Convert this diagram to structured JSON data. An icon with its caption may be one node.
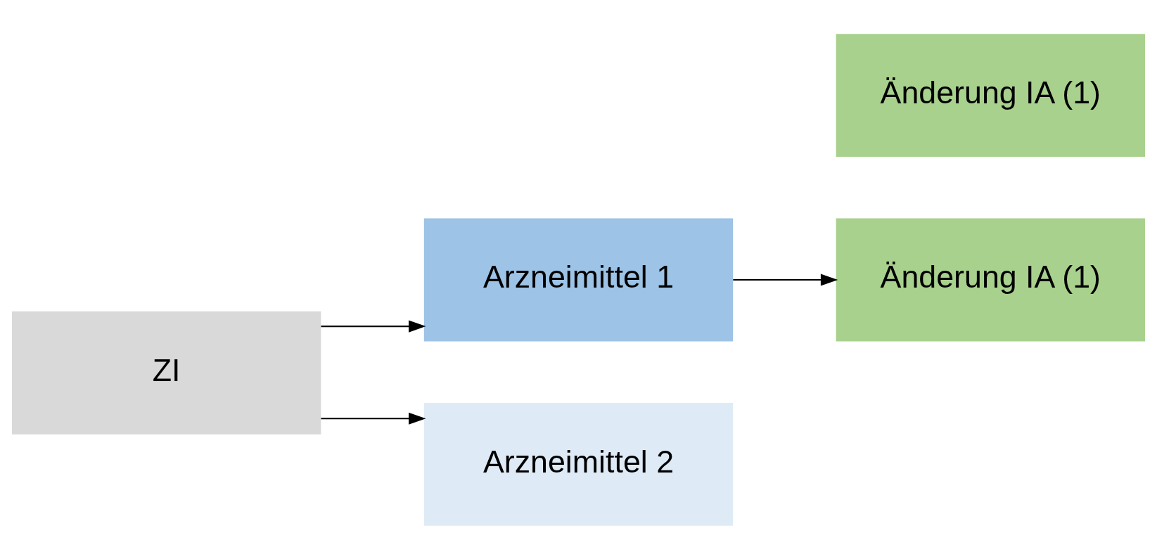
{
  "diagram": {
    "nodes": [
      {
        "text": [
          "ZI"
        ]
      },
      {
        "text": [
          "Arzneimittel 1"
        ]
      },
      {
        "text": [
          "Änderung IA (1)"
        ]
      },
      {
        "text": [
          "Arzneimittel 2"
        ]
      },
      {
        "text": [
          "Änderung IA (1)"
        ]
      }
    ],
    "edges": [
      {
        "from": 0,
        "to": 1,
        "arrow": "to"
      },
      {
        "from": 1,
        "to": 2,
        "arrow": "to"
      },
      {
        "from": 0,
        "to": 3,
        "arrow": "to"
      }
    ]
  }
}
